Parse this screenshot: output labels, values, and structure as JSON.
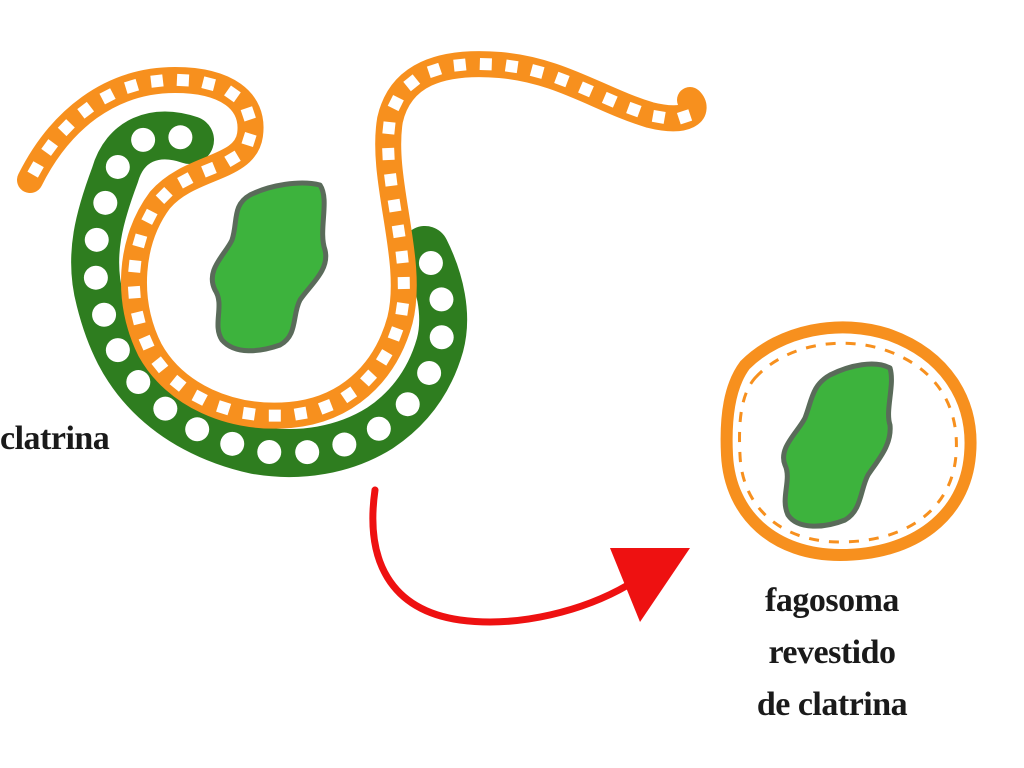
{
  "labels": {
    "clathrin": "clatrina",
    "phagosome_line1": "fagosoma",
    "phagosome_line2": "revestido",
    "phagosome_line3": "de clatrina"
  },
  "colors": {
    "membrane": "#f7901e",
    "clathrin_coat": "#2e7d1f",
    "particle": "#3db33d",
    "particle_edge": "#5a6b5a",
    "arrow": "#ee1111",
    "coat_dots": "#ffffff"
  }
}
